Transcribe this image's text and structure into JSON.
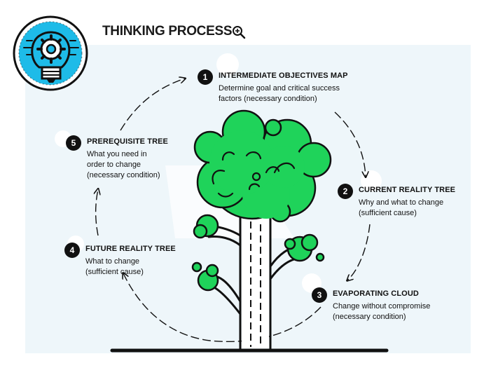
{
  "header": {
    "title": "THINKING PROCESS"
  },
  "icons": {
    "logo": "lightbulb-gear-icon",
    "zoom": "zoom-in-icon"
  },
  "colors": {
    "tree_green": "#1fd35a",
    "logo_blue": "#1ebbe8",
    "panel": "#eef6fa",
    "ink": "#111111"
  },
  "steps": [
    {
      "number": "1",
      "title": "INTERMEDIATE OBJECTIVES MAP",
      "desc": [
        "Determine goal and critical success",
        "factors (necessary condition)"
      ]
    },
    {
      "number": "2",
      "title": "CURRENT REALITY TREE",
      "desc": [
        "Why and what to change",
        "(sufficient cause)"
      ]
    },
    {
      "number": "3",
      "title": "EVAPORATING CLOUD",
      "desc": [
        "Change without compromise",
        "(necessary condition)"
      ]
    },
    {
      "number": "4",
      "title": "FUTURE REALITY TREE",
      "desc": [
        "What to change",
        "(sufficient cause)"
      ]
    },
    {
      "number": "5",
      "title": "PREREQUISITE TREE",
      "desc": [
        "What you need in",
        "order to change",
        "(necessary condition)"
      ]
    }
  ]
}
